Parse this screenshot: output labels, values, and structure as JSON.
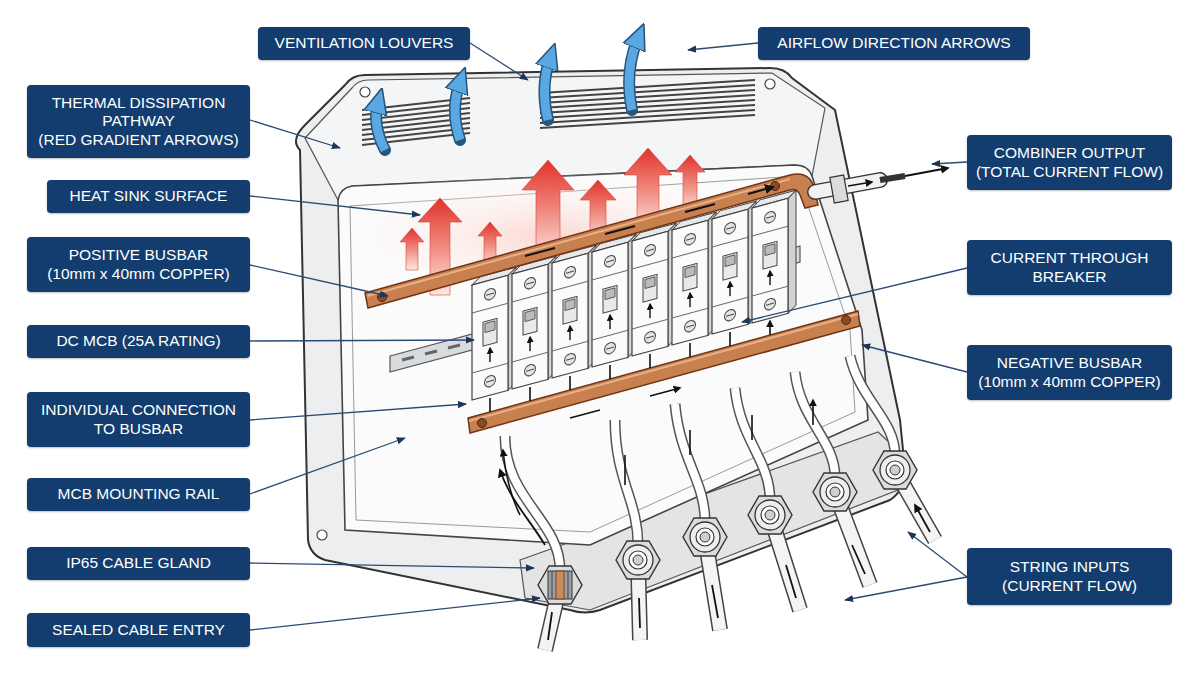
{
  "diagram": {
    "nodes": [
      {
        "text": [
          "VENTILATION LOUVERS"
        ]
      },
      {
        "text": [
          "AIRFLOW DIRECTION ARROWS"
        ]
      },
      {
        "text": [
          "THERMAL DISSIPATION PATHWAY",
          "(RED GRADIENT ARROWS)"
        ]
      },
      {
        "text": [
          "COMBINER OUTPUT",
          "(TOTAL CURRENT FLOW)"
        ]
      },
      {
        "text": [
          "HEAT SINK SURFACE"
        ]
      },
      {
        "text": [
          "POSITIVE BUSBAR",
          "(10mm x 40mm COPPER)"
        ]
      },
      {
        "text": [
          "CURRENT THROUGH BREAKER"
        ]
      },
      {
        "text": [
          "DC MCB (25A RATING)"
        ]
      },
      {
        "text": [
          "NEGATIVE BUSBAR",
          "(10mm x 40mm COPPER)"
        ]
      },
      {
        "text": [
          "INDIVIDUAL CONNECTION TO BUSBAR"
        ]
      },
      {
        "text": [
          "MCB MOUNTING RAIL"
        ]
      },
      {
        "text": [
          "IP65 CABLE GLAND"
        ]
      },
      {
        "text": [
          "STRING INPUTS",
          "(CURRENT FLOW)"
        ]
      },
      {
        "text": [
          "SEALED CABLE ENTRY"
        ]
      }
    ]
  }
}
